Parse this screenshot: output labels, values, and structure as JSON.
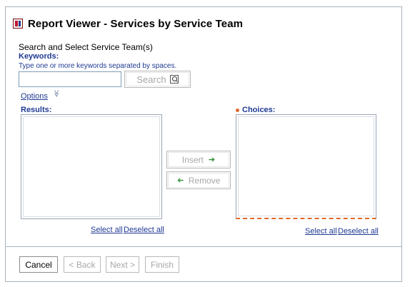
{
  "window": {
    "title": "Report Viewer - Services by Service Team"
  },
  "search": {
    "section_title": "Search and Select Service Team(s)",
    "keywords_label": "Keywords:",
    "keywords_hint": "Type one or more keywords separated by spaces.",
    "input_value": "",
    "button_label": "Search",
    "options_label": "Options",
    "options_chevron": "≫"
  },
  "results": {
    "label": "Results:",
    "items": [],
    "select_all": "Select all",
    "deselect_all": "Deselect all"
  },
  "transfer": {
    "insert_label": "Insert",
    "remove_label": "Remove",
    "insert_arrow": "➔",
    "remove_arrow": "➔"
  },
  "choices": {
    "label": "Choices:",
    "items": [],
    "select_all": "Select all",
    "deselect_all": "Deselect all"
  },
  "footer": {
    "cancel": "Cancel",
    "back": "< Back",
    "next": "Next >",
    "finish": "Finish"
  },
  "colors": {
    "link_blue": "#1f3a93",
    "required_orange": "#e2682a",
    "arrow_green": "#2e8a2e",
    "disabled_text": "#a7a7a7",
    "border": "#a9b2bd"
  },
  "icons": {
    "title": "report-icon",
    "search": "magnifier-icon",
    "options": "chevron-double-down-icon",
    "insert": "arrow-right-icon",
    "remove": "arrow-left-icon",
    "required": "required-dot-icon"
  }
}
